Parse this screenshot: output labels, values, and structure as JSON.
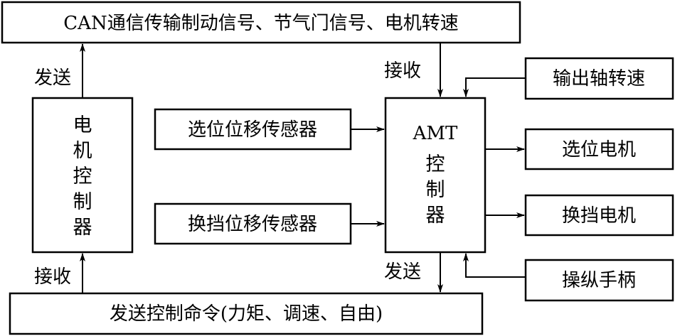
{
  "boxes": {
    "top_signal": "CAN通信传输制动信号、节气门信号、电机转速",
    "motor_controller": [
      "电",
      "机",
      "控",
      "制",
      "器"
    ],
    "select_sensor": "选位位移传感器",
    "shift_sensor": "换挡位移传感器",
    "amt_controller_title": "AMT",
    "amt_controller_chars": [
      "控",
      "制",
      "器"
    ],
    "output_shaft_speed": "输出轴转速",
    "select_motor": "选位电机",
    "shift_motor": "换挡电机",
    "joystick": "操纵手柄",
    "bottom_command": "发送控制命令(力矩、调速、自由)"
  },
  "labels": {
    "motor_send": "发送",
    "motor_receive": "接收",
    "amt_receive": "接收",
    "amt_send": "发送"
  }
}
